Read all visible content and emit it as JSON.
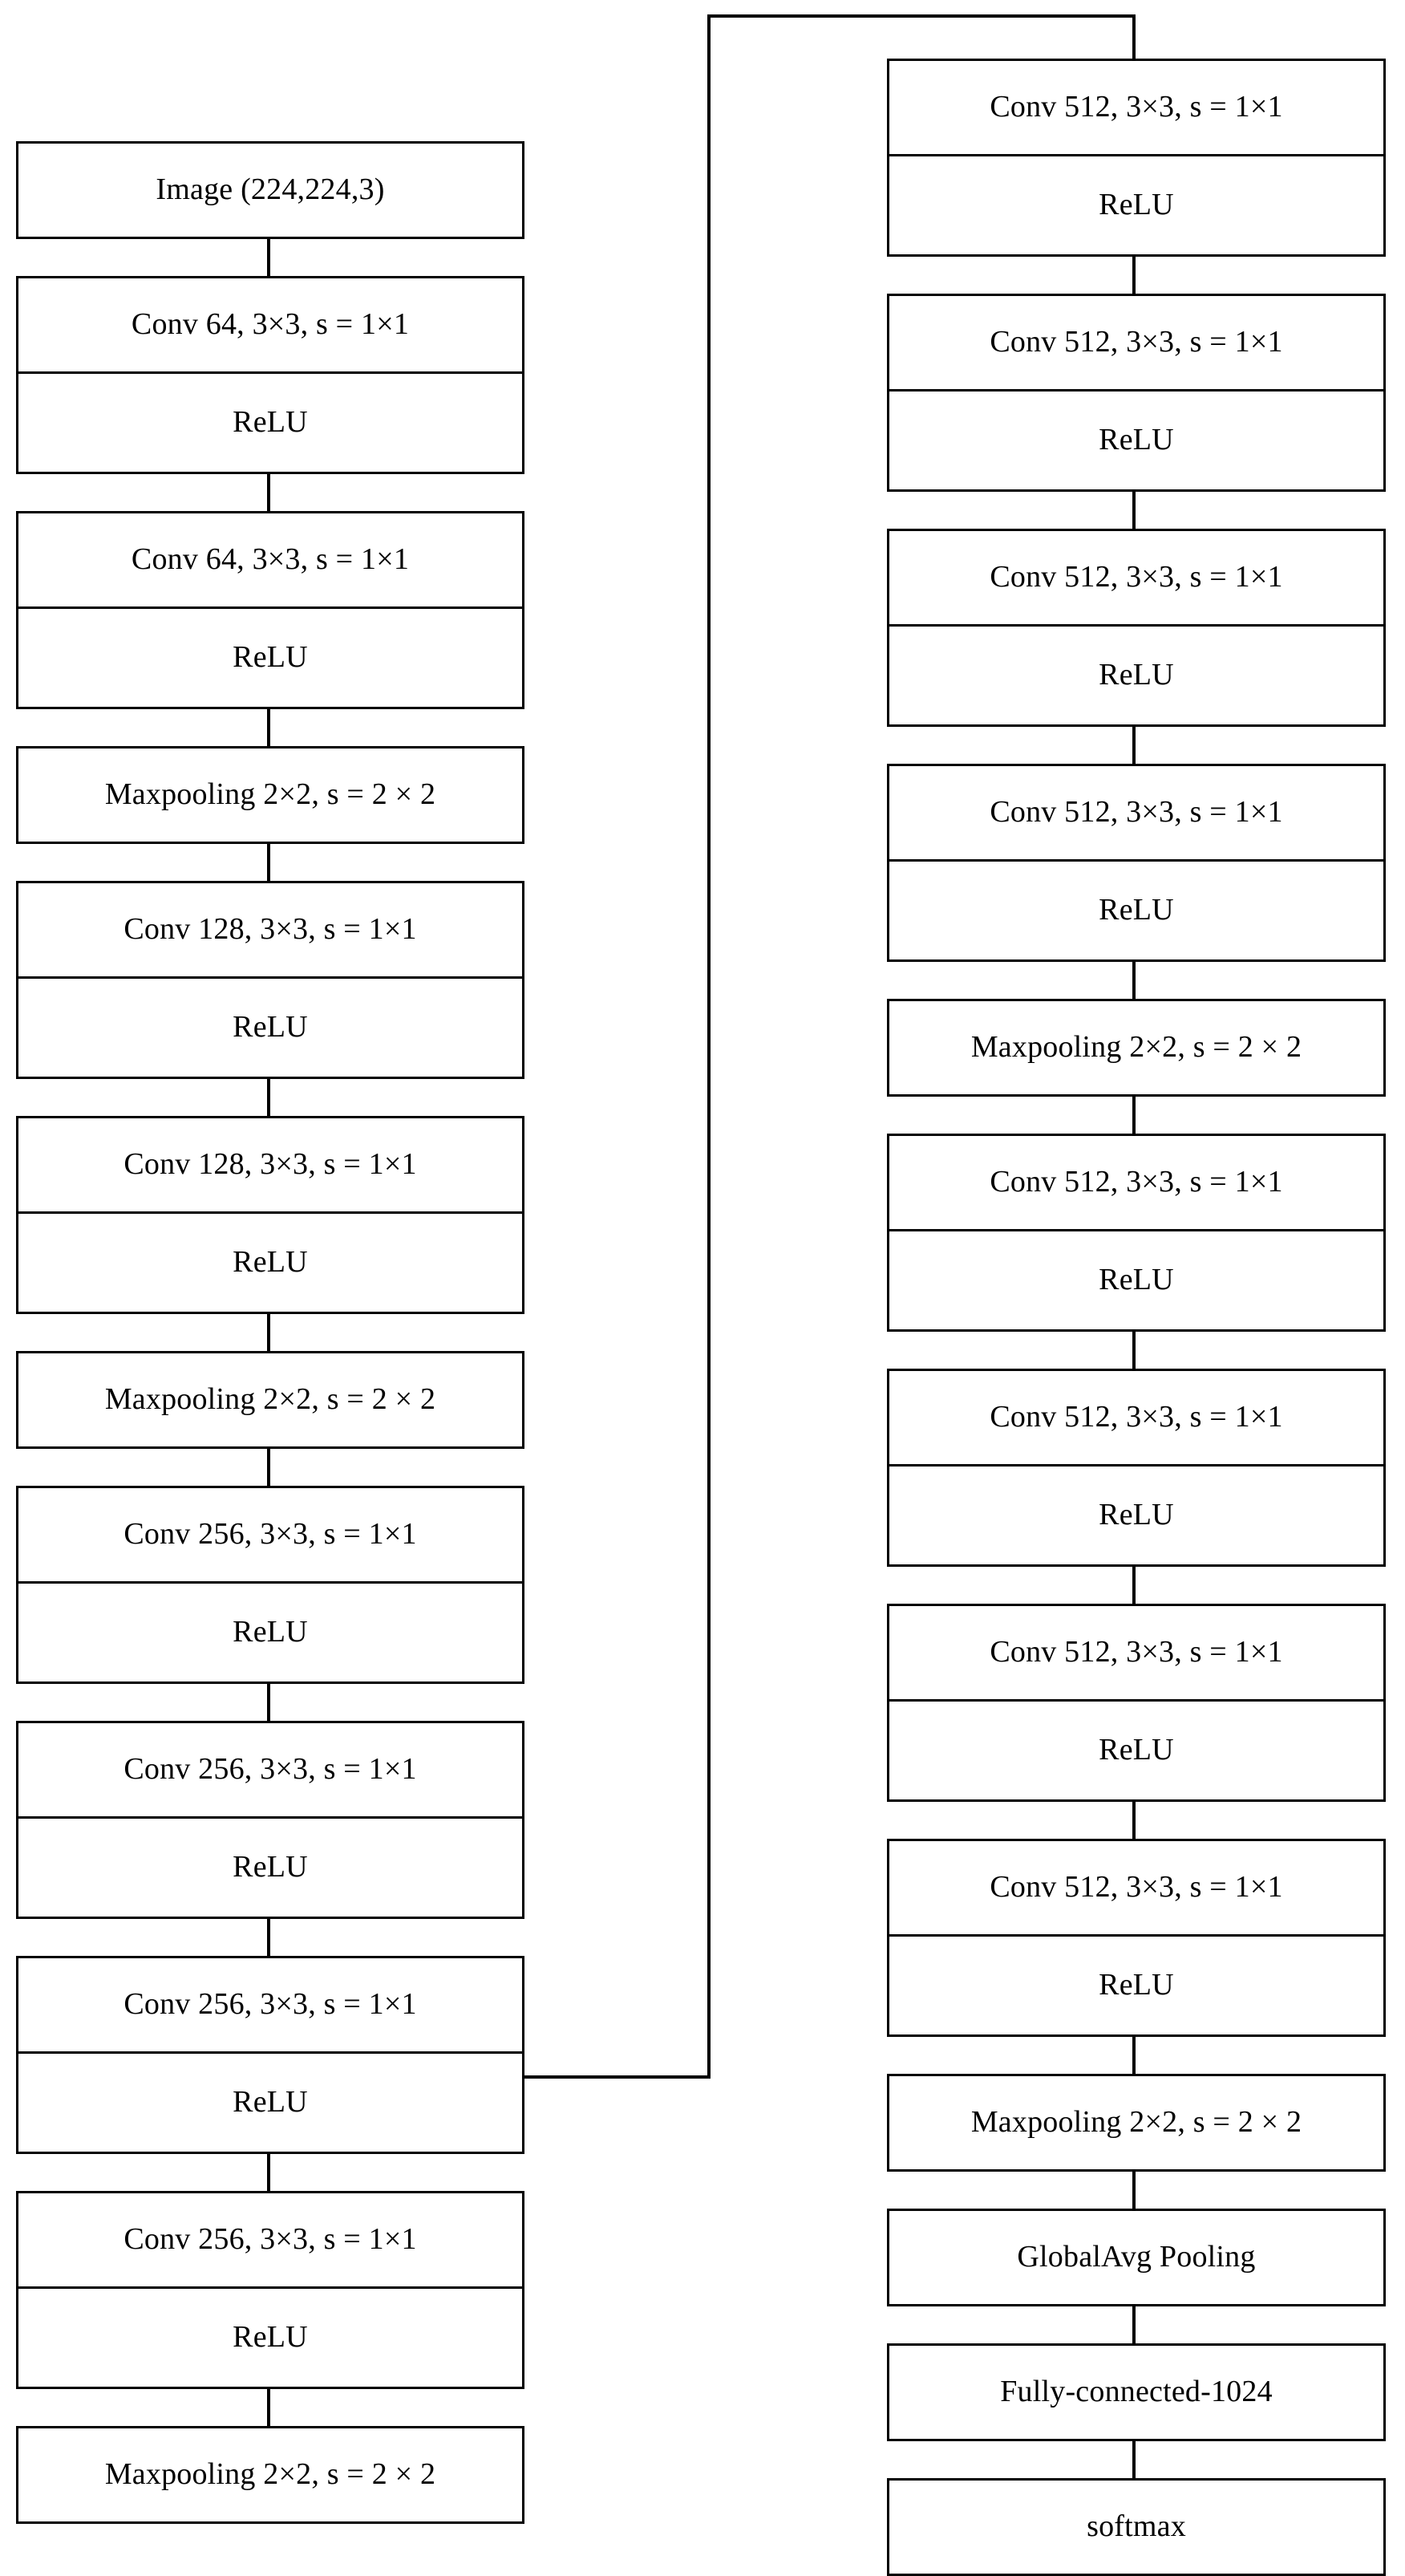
{
  "diagram": {
    "title": "VGG-style CNN architecture block diagram",
    "type": "flowchart",
    "orientation": "two-column, top-to-bottom, wrap from left column bottom to right column top",
    "stroke_color": "#000000",
    "fill_color": "#ffffff",
    "labels": {
      "image": "Image (224,224,3)",
      "conv64": "Conv 64, 3×3, s = 1×1",
      "conv128": "Conv 128, 3×3, s = 1×1",
      "conv256": "Conv 256, 3×3, s = 1×1",
      "conv512": "Conv 512, 3×3, s = 1×1",
      "relu": "ReLU",
      "maxpool": "Maxpooling 2×2, s = 2 × 2",
      "gap": "GlobalAvg Pooling",
      "fc": "Fully-connected-1024",
      "softmax": "softmax"
    },
    "left_column": [
      {
        "id": "image",
        "label": "Image (224,224,3)",
        "kind": "input",
        "group_start": true
      },
      {
        "id": "conv64-1",
        "label": "Conv 64, 3×3, s = 1×1",
        "kind": "conv",
        "group_start": true
      },
      {
        "id": "relu-1",
        "label": "ReLU",
        "kind": "relu",
        "group_start": false
      },
      {
        "id": "conv64-2",
        "label": "Conv 64, 3×3, s = 1×1",
        "kind": "conv",
        "group_start": true
      },
      {
        "id": "relu-2",
        "label": "ReLU",
        "kind": "relu",
        "group_start": false
      },
      {
        "id": "maxpool-1",
        "label": "Maxpooling 2×2, s = 2 × 2",
        "kind": "pool",
        "group_start": true
      },
      {
        "id": "conv128-1",
        "label": "Conv 128, 3×3, s = 1×1",
        "kind": "conv",
        "group_start": true
      },
      {
        "id": "relu-3",
        "label": "ReLU",
        "kind": "relu",
        "group_start": false
      },
      {
        "id": "conv128-2",
        "label": "Conv 128, 3×3, s = 1×1",
        "kind": "conv",
        "group_start": true
      },
      {
        "id": "relu-4",
        "label": "ReLU",
        "kind": "relu",
        "group_start": false
      },
      {
        "id": "maxpool-2",
        "label": "Maxpooling 2×2, s = 2 × 2",
        "kind": "pool",
        "group_start": true
      },
      {
        "id": "conv256-1",
        "label": "Conv 256, 3×3, s = 1×1",
        "kind": "conv",
        "group_start": true
      },
      {
        "id": "relu-5",
        "label": "ReLU",
        "kind": "relu",
        "group_start": false
      },
      {
        "id": "conv256-2",
        "label": "Conv 256, 3×3, s = 1×1",
        "kind": "conv",
        "group_start": true
      },
      {
        "id": "relu-6",
        "label": "ReLU",
        "kind": "relu",
        "group_start": false
      },
      {
        "id": "conv256-3",
        "label": "Conv 256, 3×3, s = 1×1",
        "kind": "conv",
        "group_start": true
      },
      {
        "id": "relu-7",
        "label": "ReLU",
        "kind": "relu",
        "group_start": false
      },
      {
        "id": "conv256-4",
        "label": "Conv 256, 3×3, s = 1×1",
        "kind": "conv",
        "group_start": true
      },
      {
        "id": "relu-8",
        "label": "ReLU",
        "kind": "relu",
        "group_start": false
      },
      {
        "id": "maxpool-3",
        "label": "Maxpooling 2×2, s = 2 × 2",
        "kind": "pool",
        "group_start": true
      }
    ],
    "right_column": [
      {
        "id": "conv512-1",
        "label": "Conv 512, 3×3, s = 1×1",
        "kind": "conv",
        "group_start": true
      },
      {
        "id": "relu-9",
        "label": "ReLU",
        "kind": "relu",
        "group_start": false
      },
      {
        "id": "conv512-2",
        "label": "Conv 512, 3×3, s = 1×1",
        "kind": "conv",
        "group_start": true
      },
      {
        "id": "relu-10",
        "label": "ReLU",
        "kind": "relu",
        "group_start": false
      },
      {
        "id": "conv512-3",
        "label": "Conv 512, 3×3, s = 1×1",
        "kind": "conv",
        "group_start": true
      },
      {
        "id": "relu-11",
        "label": "ReLU",
        "kind": "relu",
        "group_start": false
      },
      {
        "id": "conv512-4",
        "label": "Conv 512, 3×3, s = 1×1",
        "kind": "conv",
        "group_start": true
      },
      {
        "id": "relu-12",
        "label": "ReLU",
        "kind": "relu",
        "group_start": false
      },
      {
        "id": "maxpool-4",
        "label": "Maxpooling 2×2, s = 2 × 2",
        "kind": "pool",
        "group_start": true
      },
      {
        "id": "conv512-5",
        "label": "Conv 512, 3×3, s = 1×1",
        "kind": "conv",
        "group_start": true
      },
      {
        "id": "relu-13",
        "label": "ReLU",
        "kind": "relu",
        "group_start": false
      },
      {
        "id": "conv512-6",
        "label": "Conv 512, 3×3, s = 1×1",
        "kind": "conv",
        "group_start": true
      },
      {
        "id": "relu-14",
        "label": "ReLU",
        "kind": "relu",
        "group_start": false
      },
      {
        "id": "conv512-7",
        "label": "Conv 512, 3×3, s = 1×1",
        "kind": "conv",
        "group_start": true
      },
      {
        "id": "relu-15",
        "label": "ReLU",
        "kind": "relu",
        "group_start": false
      },
      {
        "id": "conv512-8",
        "label": "Conv 512, 3×3, s = 1×1",
        "kind": "conv",
        "group_start": true
      },
      {
        "id": "relu-16",
        "label": "ReLU",
        "kind": "relu",
        "group_start": false
      },
      {
        "id": "maxpool-5",
        "label": "Maxpooling 2×2, s = 2 × 2",
        "kind": "pool",
        "group_start": true
      },
      {
        "id": "gap",
        "label": "GlobalAvg Pooling",
        "kind": "pool",
        "group_start": true
      },
      {
        "id": "fc",
        "label": "Fully-connected-1024",
        "kind": "dense",
        "group_start": true
      },
      {
        "id": "softmax",
        "label": "softmax",
        "kind": "out",
        "group_start": true
      }
    ]
  }
}
